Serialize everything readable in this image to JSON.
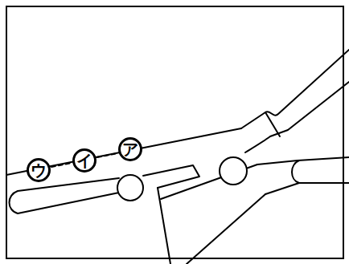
{
  "diagram": {
    "nodes": [
      {
        "text": [
          "ウ"
        ]
      },
      {
        "text": [
          "イ"
        ]
      },
      {
        "text": [
          "ア"
        ]
      }
    ]
  }
}
